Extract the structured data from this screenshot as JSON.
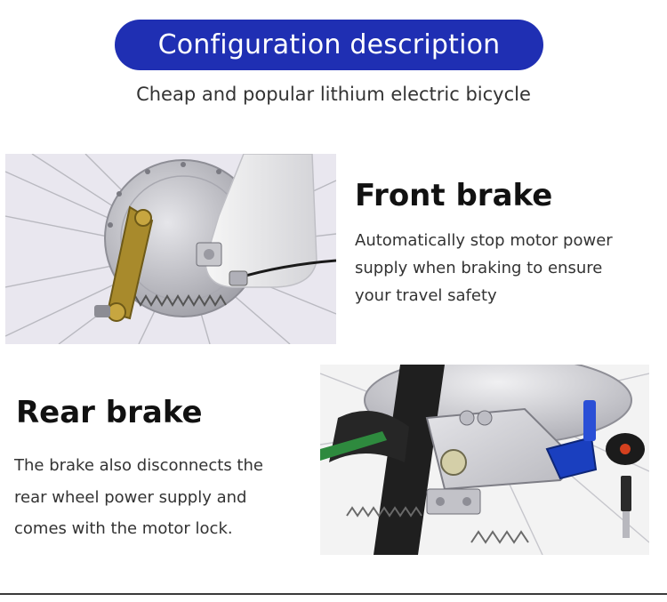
{
  "header": {
    "title": "Configuration description",
    "subtitle": "Cheap and popular lithium electric bicycle"
  },
  "front_brake": {
    "title": "Front brake",
    "description_lines": [
      "Automatically stop motor power",
      "supply when braking to ensure",
      "your travel safety"
    ]
  },
  "rear_brake": {
    "title": "Rear brake",
    "description_lines": [
      "The brake also disconnects the",
      "rear wheel power supply and",
      "comes with the motor lock."
    ]
  },
  "colors": {
    "header_pill": "#1f2fb3",
    "title_text": "#111111",
    "body_text": "#333333",
    "lock_blue": "#1a3fbf"
  }
}
